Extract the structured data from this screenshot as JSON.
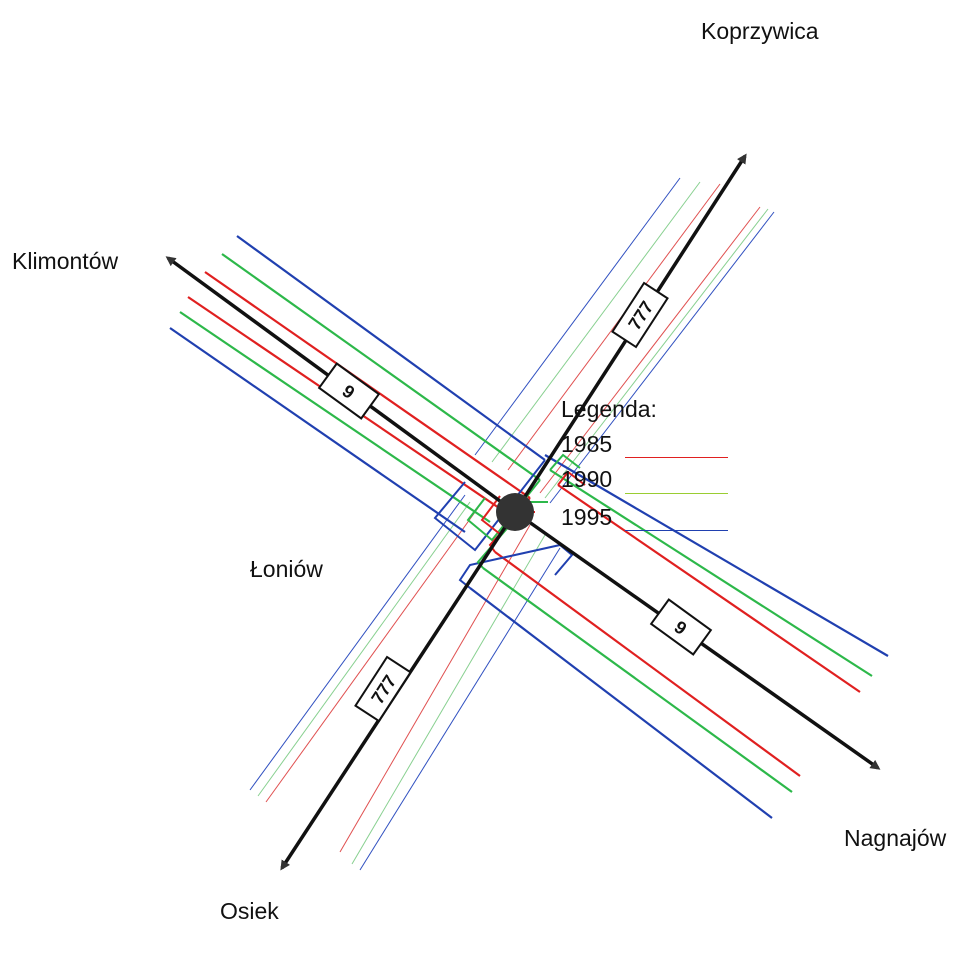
{
  "places": {
    "north": "Koprzywica",
    "west": "Klimontów",
    "south_west": "Łoniów",
    "east": "Nagnajów",
    "south": "Osiek"
  },
  "roads": {
    "road_9": "9",
    "road_777": "777"
  },
  "legend": {
    "title": "Legenda:",
    "entries": [
      {
        "year": "1985",
        "color": "#e02020"
      },
      {
        "year": "1990",
        "color": "#2db84a"
      },
      {
        "year": "1995",
        "color": "#2040b0"
      }
    ]
  },
  "colors": {
    "road": "#111111",
    "junction": "#333333"
  }
}
